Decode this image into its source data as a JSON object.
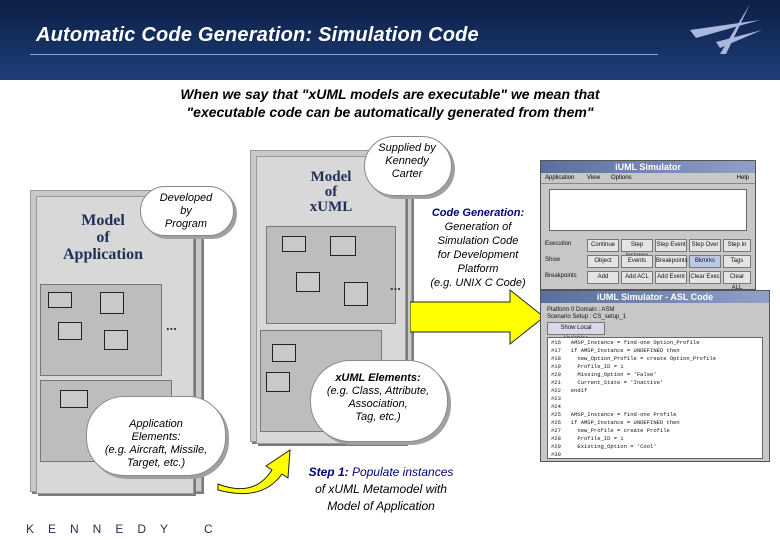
{
  "title": "Automatic Code Generation: Simulation Code",
  "subtitle": {
    "line1": "When we say that \"xUML models are executable\" we mean that",
    "line2": "\"executable code can be automatically generated from them\""
  },
  "model_of_application": {
    "line1": "Model",
    "line2": "of",
    "line3": "Application"
  },
  "model_of_xuml": {
    "line1": "Model",
    "line2": "of",
    "line3": "xUML"
  },
  "developed_by": {
    "line1": "Developed",
    "line2": "by",
    "line3": "Program"
  },
  "supplied_by": {
    "line1": "Supplied by",
    "line2": "Kennedy",
    "line3": "Carter"
  },
  "code_generation": {
    "line1": "Code Generation:",
    "line2": "Generation of",
    "line3": "Simulation Code",
    "line4": "for Development",
    "line5": "Platform",
    "line6": "(e.g. UNIX C Code)"
  },
  "application_elements": {
    "line1": "Application",
    "line2": "Elements:",
    "line3": "(e.g. Aircraft, Missile,",
    "line4": "Target, etc.)"
  },
  "xuml_elements": {
    "line1": "xUML Elements:",
    "line2": "(e.g. Class, Attribute,",
    "line3": "Association,",
    "line4": "Tag, etc.)"
  },
  "step1": {
    "prefix": "Step 1:",
    "line1": " Populate instances",
    "line2": "of xUML Metamodel with",
    "line3": "Model of Application"
  },
  "ellipsis": "...",
  "footer": {
    "left": "KENNEDY",
    "right": "C"
  },
  "simulator_window": {
    "title": "iUML Simulator",
    "menu": [
      "Application",
      "View",
      "Options",
      "Help"
    ],
    "rows": [
      {
        "label": "Execution",
        "buttons": [
          "Continue",
          "Step Instance",
          "Step Event",
          "Step Over",
          "Step In"
        ]
      },
      {
        "label": "Show",
        "buttons": [
          "Object",
          "Events",
          "Breakpoints",
          "Bkmrks",
          "Tags"
        ]
      },
      {
        "label": "Breakpoints",
        "buttons": [
          "Add",
          "Add ACL",
          "Add Event",
          "Clear Exec",
          "Clear ALL"
        ]
      }
    ]
  },
  "asl_window": {
    "title": "iUML Simulator - ASL Code",
    "header1": "Platform 0 Domain : ASM",
    "header2": "Scenario Setup : CS_setup_1",
    "button": "Show Local Variables",
    "lines": [
      "#16   AMSP_Instance = find-one Option_Profile",
      "#17   if AMSP_Instance = UNDEFINED then",
      "#18     new_Option_Profile = create Option_Profile",
      "#19     Profile_ID = 1",
      "#20     Missing_Option = 'False'",
      "#21     Current_State = 'Inactive'",
      "#22   endif",
      "#23   ",
      "#24   ",
      "#25   AMSP_Instance = find-one Profile",
      "#26   if AMSP_Instance = UNDEFINED then",
      "#27     new_Profile = create Profile",
      "#28     Profile_ID = 1",
      "#29     Existing_Option = 'Cool'",
      "#30   "
    ]
  }
}
